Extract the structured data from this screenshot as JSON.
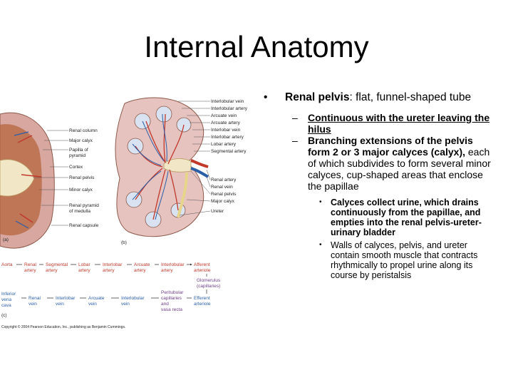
{
  "slide": {
    "title": "Internal Anatomy"
  },
  "figure": {
    "left_labels": [
      "Renal column",
      "Major calyx",
      "Papilla of",
      "pyramid",
      "Cortex",
      "Renal pelvis",
      "Minor calyx",
      "Renal pyramid",
      "of medulla",
      "Renal capsule"
    ],
    "right_labels": [
      "Interlobular vein",
      "Interlobular artery",
      "Arcuate vein",
      "Arcuate artery",
      "Interlobar vein",
      "Interlobar artery",
      "Lobar artery",
      "Segmental artery",
      "Renal artery",
      "Renal vein",
      "Renal pelvis",
      "Major calyx",
      "Ureter"
    ],
    "panel_a": "(a)",
    "panel_b": "(b)",
    "panel_c": "(c)",
    "flow_arterial": [
      "Aorta",
      "Renal",
      "artery",
      "Segmental",
      "artery",
      "Lobar",
      "artery",
      "Interlobar",
      "artery",
      "Arcuate",
      "artery",
      "Interlobular",
      "artery",
      "Afferent",
      "arteriole"
    ],
    "flow_mid": [
      "Glomerulus",
      "(capillaries)"
    ],
    "flow_venous": [
      "Inferior",
      "vena",
      "cava",
      "Renal",
      "vein",
      "Interlobar",
      "vein",
      "Arcuate",
      "vein",
      "Interlobular",
      "vein",
      "Peritubular",
      "capillaries",
      "and",
      "vasa recta",
      "Efferent",
      "arteriole"
    ],
    "copyright": "Copyright © 2004 Pearson Education, Inc., publishing as Benjamin Cummings."
  },
  "bullets": {
    "b1_bold": "Renal pelvis",
    "b1_rest": ": flat, funnel-shaped tube",
    "s1": "Continuous with the ureter leaving the hilus",
    "s2_bold": "Branching extensions of the pelvis form 2 or 3 major calyces (calyx),",
    "s2_rest": " each of which subdivides to form several minor calyces, cup-shaped areas that enclose the papillae",
    "t1": "Calyces collect urine, which drains continuously from the papillae, and empties into the renal pelvis-ureter-urinary bladder",
    "t2": "Walls of calyces, pelvis, and ureter contain smooth muscle that contracts rhythmically to propel urine along its course by peristalsis"
  },
  "colors": {
    "artery": "#c0392b",
    "vein": "#2b5fa8",
    "cortex": "#d8a7a0",
    "medulla": "#b5653f",
    "pelvis": "#f1e6c6"
  }
}
